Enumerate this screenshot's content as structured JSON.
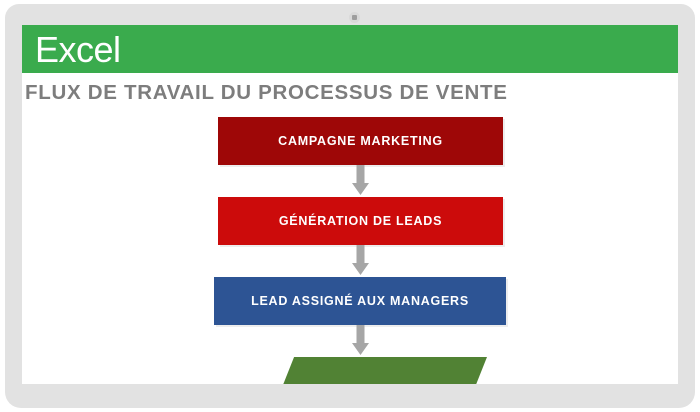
{
  "device": {
    "type": "laptop-mockup",
    "frame_color": "#e2e2e2",
    "webcam": "webcam-dot"
  },
  "brand": {
    "name": "Excel",
    "band_color": "#3aab4d",
    "text_color": "#ffffff"
  },
  "document": {
    "title": "FLUX DE TRAVAIL DU PROCESSUS DE VENTE",
    "title_color": "#7d7d7d"
  },
  "flowchart": {
    "orientation": "vertical",
    "connector_color": "#a6a6a6",
    "nodes": [
      {
        "id": "campagne-marketing",
        "label": "CAMPAGNE MARKETING",
        "shape": "rectangle",
        "color": "#9e0707",
        "text_color": "#ffffff"
      },
      {
        "id": "generation-de-leads",
        "label": "GÉNÉRATION DE LEADS",
        "shape": "rectangle",
        "color": "#cc0b0b",
        "text_color": "#ffffff"
      },
      {
        "id": "lead-assigne-aux-managers",
        "label": "LEAD ASSIGNÉ AUX MANAGERS",
        "shape": "rectangle",
        "color": "#2d5494",
        "text_color": "#ffffff"
      },
      {
        "id": "node-partially-visible",
        "label": "",
        "shape": "parallelogram",
        "color": "#518234",
        "text_color": "#ffffff"
      }
    ],
    "connectors": [
      {
        "id": "arrow-1",
        "from": "campagne-marketing",
        "to": "generation-de-leads",
        "icon": "arrow-down-icon"
      },
      {
        "id": "arrow-2",
        "from": "generation-de-leads",
        "to": "lead-assigne-aux-managers",
        "icon": "arrow-down-icon"
      },
      {
        "id": "arrow-3",
        "from": "lead-assigne-aux-managers",
        "to": "node-partially-visible",
        "icon": "arrow-down-icon"
      }
    ]
  }
}
